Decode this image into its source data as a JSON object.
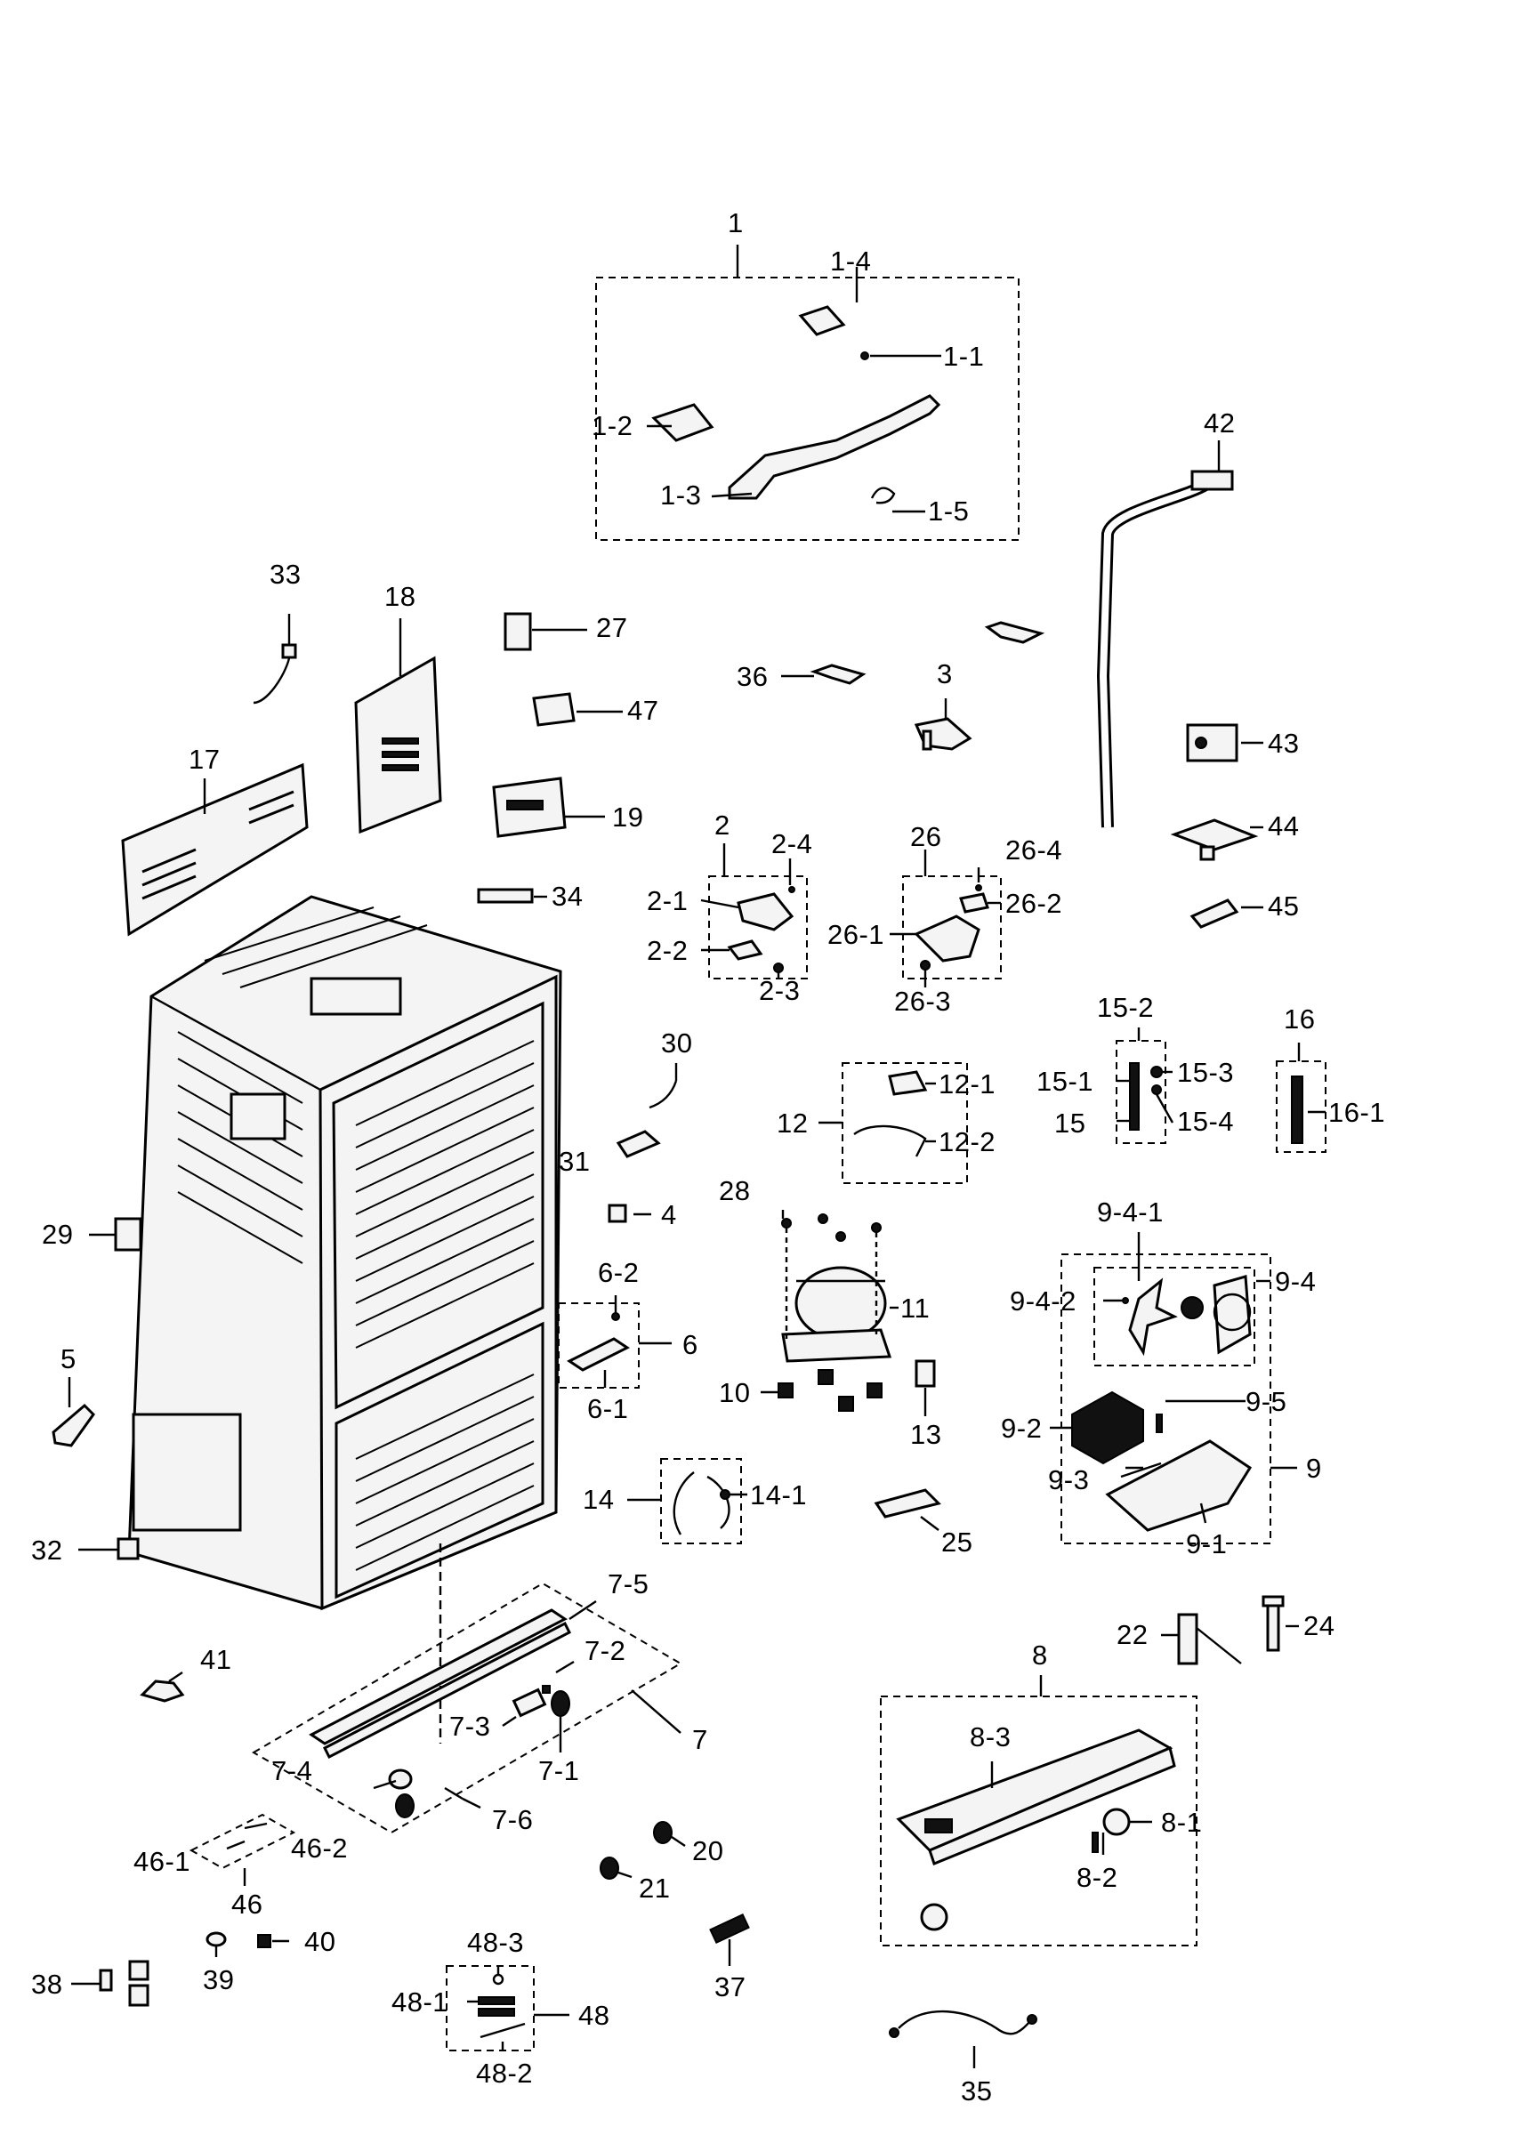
{
  "diagram": {
    "type": "exploded-parts-view",
    "part_numbers": [
      "1",
      "1-1",
      "1-2",
      "1-3",
      "1-4",
      "1-5",
      "2",
      "2-1",
      "2-2",
      "2-3",
      "2-4",
      "3",
      "4",
      "5",
      "6",
      "6-1",
      "6-2",
      "7",
      "7-1",
      "7-2",
      "7-3",
      "7-4",
      "7-5",
      "7-6",
      "8",
      "8-1",
      "8-2",
      "8-3",
      "9",
      "9-1",
      "9-2",
      "9-3",
      "9-4",
      "9-4-1",
      "9-4-2",
      "9-5",
      "10",
      "11",
      "12",
      "12-1",
      "12-2",
      "13",
      "14",
      "14-1",
      "15",
      "15-1",
      "15-2",
      "15-3",
      "15-4",
      "16",
      "16-1",
      "17",
      "18",
      "19",
      "20",
      "21",
      "22",
      "24",
      "25",
      "26",
      "26-1",
      "26-2",
      "26-3",
      "26-4",
      "27",
      "28",
      "29",
      "30",
      "31",
      "32",
      "33",
      "34",
      "35",
      "36",
      "37",
      "38",
      "39",
      "40",
      "41",
      "42",
      "43",
      "44",
      "45",
      "46",
      "46-1",
      "46-2",
      "47",
      "48",
      "48-1",
      "48-2",
      "48-3"
    ]
  }
}
